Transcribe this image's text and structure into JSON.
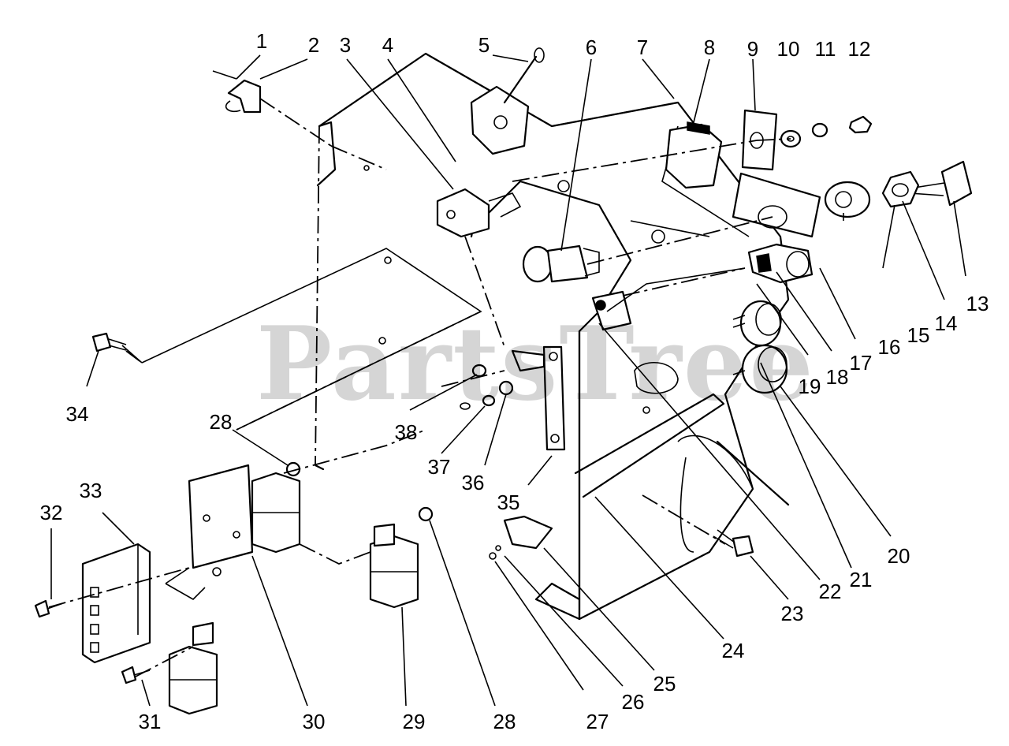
{
  "watermark": "PartsTree",
  "corner_mark": "",
  "callouts": [
    {
      "id": "c1",
      "text": "1"
    },
    {
      "id": "c2",
      "text": "2"
    },
    {
      "id": "c3",
      "text": "3"
    },
    {
      "id": "c4",
      "text": "4"
    },
    {
      "id": "c5",
      "text": "5"
    },
    {
      "id": "c6",
      "text": "6"
    },
    {
      "id": "c7",
      "text": "7"
    },
    {
      "id": "c8",
      "text": "8"
    },
    {
      "id": "c9",
      "text": "9"
    },
    {
      "id": "c10",
      "text": "10"
    },
    {
      "id": "c11",
      "text": "11"
    },
    {
      "id": "c12",
      "text": "12"
    },
    {
      "id": "c13",
      "text": "13"
    },
    {
      "id": "c14",
      "text": "14"
    },
    {
      "id": "c15",
      "text": "15"
    },
    {
      "id": "c16",
      "text": "16"
    },
    {
      "id": "c17",
      "text": "17"
    },
    {
      "id": "c18",
      "text": "18"
    },
    {
      "id": "c19",
      "text": "19"
    },
    {
      "id": "c20",
      "text": "20"
    },
    {
      "id": "c21",
      "text": "21"
    },
    {
      "id": "c22",
      "text": "22"
    },
    {
      "id": "c23",
      "text": "23"
    },
    {
      "id": "c24",
      "text": "24"
    },
    {
      "id": "c25",
      "text": "25"
    },
    {
      "id": "c26",
      "text": "26"
    },
    {
      "id": "c27",
      "text": "27"
    },
    {
      "id": "c28a",
      "text": "28"
    },
    {
      "id": "c28b",
      "text": "28"
    },
    {
      "id": "c29",
      "text": "29"
    },
    {
      "id": "c30",
      "text": "30"
    },
    {
      "id": "c31",
      "text": "31"
    },
    {
      "id": "c32",
      "text": "32"
    },
    {
      "id": "c33",
      "text": "33"
    },
    {
      "id": "c34",
      "text": "34"
    },
    {
      "id": "c35",
      "text": "35"
    },
    {
      "id": "c36",
      "text": "36"
    },
    {
      "id": "c37",
      "text": "37"
    },
    {
      "id": "c38",
      "text": "38"
    }
  ]
}
